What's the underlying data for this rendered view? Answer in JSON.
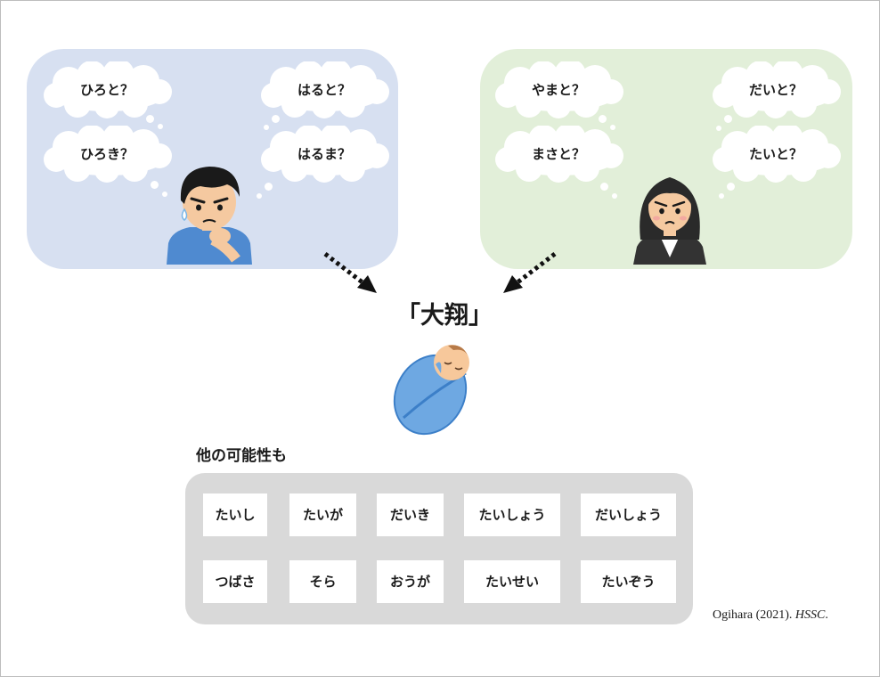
{
  "left_group": {
    "guesses": [
      "ひろと？",
      "はると？",
      "ひろき？",
      "はるま？"
    ],
    "panel_color": "#d7e0f1",
    "icon": "worried-man-icon"
  },
  "right_group": {
    "guesses": [
      "やまと？",
      "だいと？",
      "まさと？",
      "たいと？"
    ],
    "panel_color": "#e2efd9",
    "icon": "frustrated-woman-icon"
  },
  "name": "「大翔」",
  "alternatives": {
    "heading": "他の可能性も",
    "items": [
      "たいし",
      "たいが",
      "だいき",
      "たいしょう",
      "だいしょう",
      "つばさ",
      "そら",
      "おうが",
      "たいせい",
      "たいぞう"
    ],
    "panel_color": "#d9d9d9"
  },
  "citation": {
    "authors_year": "Ogihara (2021). ",
    "journal": "HSSC",
    "end": "."
  }
}
